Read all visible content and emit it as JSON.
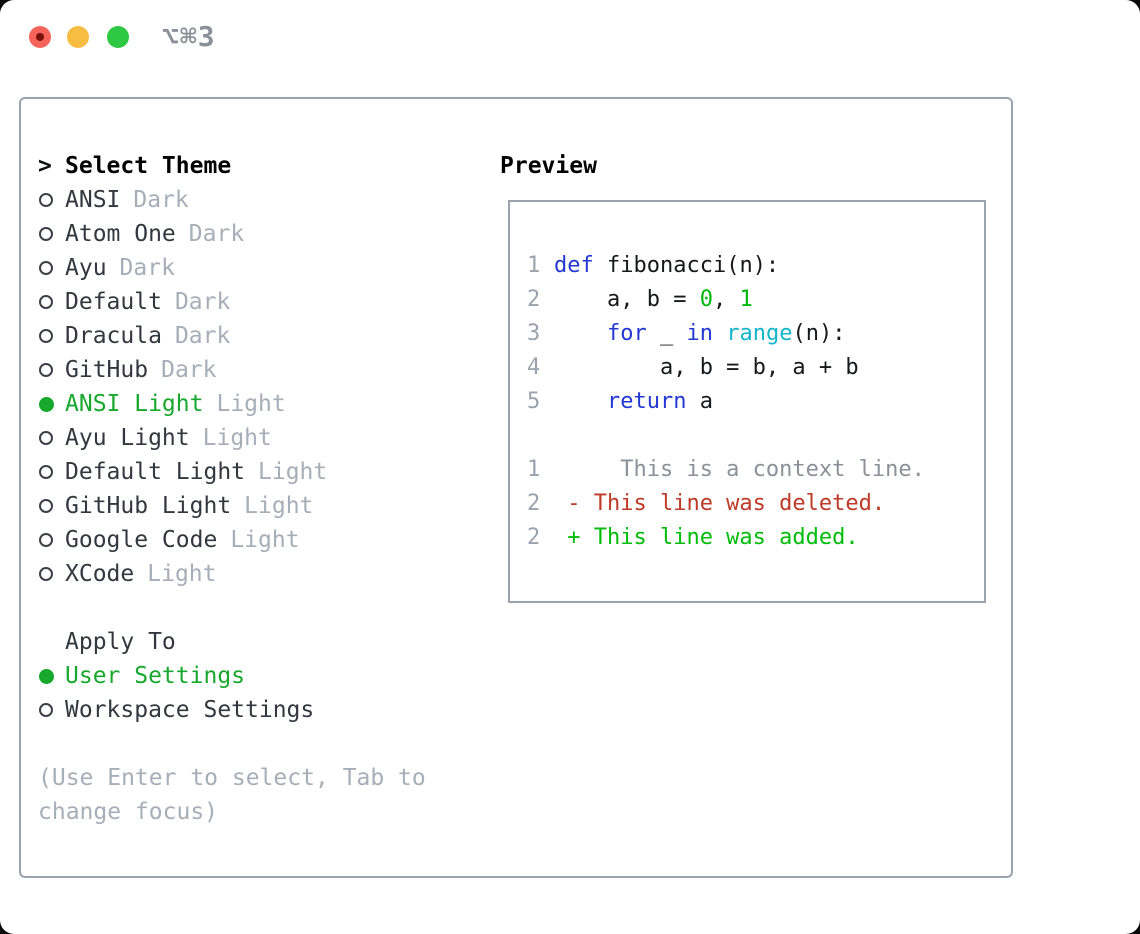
{
  "titlebar": {
    "shortcut": "⌥⌘3"
  },
  "theme_picker": {
    "prompt": ">",
    "title": "Select Theme",
    "items": [
      {
        "name": "ANSI",
        "tag": "Dark",
        "selected": false
      },
      {
        "name": "Atom One",
        "tag": "Dark",
        "selected": false
      },
      {
        "name": "Ayu",
        "tag": "Dark",
        "selected": false
      },
      {
        "name": "Default",
        "tag": "Dark",
        "selected": false
      },
      {
        "name": "Dracula",
        "tag": "Dark",
        "selected": false
      },
      {
        "name": "GitHub",
        "tag": "Dark",
        "selected": false
      },
      {
        "name": "ANSI Light",
        "tag": "Light",
        "selected": true
      },
      {
        "name": "Ayu Light",
        "tag": "Light",
        "selected": false
      },
      {
        "name": "Default Light",
        "tag": "Light",
        "selected": false
      },
      {
        "name": "GitHub Light",
        "tag": "Light",
        "selected": false
      },
      {
        "name": "Google Code",
        "tag": "Light",
        "selected": false
      },
      {
        "name": "XCode",
        "tag": "Light",
        "selected": false
      }
    ]
  },
  "apply_to": {
    "title": "Apply To",
    "options": [
      {
        "label": "User Settings",
        "selected": true
      },
      {
        "label": "Workspace Settings",
        "selected": false
      }
    ]
  },
  "hint": "(Use Enter to select, Tab to change focus)",
  "preview": {
    "title": "Preview",
    "code_lines": [
      {
        "num": "1",
        "tokens": [
          [
            "kw",
            "def"
          ],
          [
            "pl",
            " fibonacci(n):"
          ]
        ]
      },
      {
        "num": "2",
        "tokens": [
          [
            "pl",
            "    a, b = "
          ],
          [
            "num",
            "0"
          ],
          [
            "pl",
            ", "
          ],
          [
            "num",
            "1"
          ]
        ]
      },
      {
        "num": "3",
        "tokens": [
          [
            "pl",
            "    "
          ],
          [
            "kw",
            "for"
          ],
          [
            "pl",
            " _ "
          ],
          [
            "kw",
            "in"
          ],
          [
            "pl",
            " "
          ],
          [
            "fn",
            "range"
          ],
          [
            "pl",
            "(n):"
          ]
        ]
      },
      {
        "num": "4",
        "tokens": [
          [
            "pl",
            "        a, b = b, a + b"
          ]
        ]
      },
      {
        "num": "5",
        "tokens": [
          [
            "pl",
            "    "
          ],
          [
            "kw",
            "return"
          ],
          [
            "pl",
            " a"
          ]
        ]
      }
    ],
    "diff_lines": [
      {
        "num": "1",
        "kind": "context",
        "text": "     This is a context line."
      },
      {
        "num": "2",
        "kind": "deleted",
        "text": " - This line was deleted."
      },
      {
        "num": "2",
        "kind": "added",
        "text": " + This line was added."
      }
    ]
  },
  "colors": {
    "selection_green": "#17a82d",
    "diff_added_green": "#00bd0a",
    "diff_deleted_red": "#bf3a28",
    "keyword_blue": "#2438d2",
    "number_green": "#00b80a",
    "builtin_cyan": "#12b5c9",
    "muted_gray": "#a6aeb8",
    "line_number_gray": "#9aa2ac",
    "border_gray": "#9aa3ae",
    "traffic_red": "#f4645c",
    "traffic_yellow": "#f6bd40",
    "traffic_green": "#2fc844"
  }
}
